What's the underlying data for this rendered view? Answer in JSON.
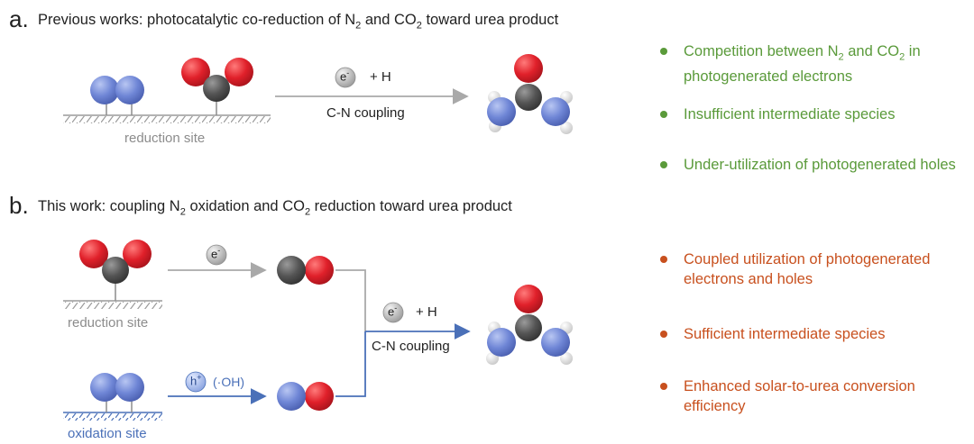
{
  "panel_a": {
    "letter": "a.",
    "title_pre": "Previous works: photocatalytic co-reduction of N",
    "sub_2a": "2",
    "title_mid": " and CO",
    "sub_2b": "2",
    "title_post": " toward urea product",
    "site_label": "reduction site",
    "electron": "e",
    "electron_sup": "-",
    "plus_h": "+   H",
    "coupling": "C-N coupling"
  },
  "panel_b": {
    "letter": "b.",
    "title_pre": "This work: coupling N",
    "sub_2a": "2",
    "title_mid": " oxidation and CO",
    "sub_2b": "2",
    "title_post": " reduction toward urea product",
    "reduction_site_label": "reduction site",
    "oxidation_site_label": "oxidation site",
    "electron": "e",
    "electron_sup": "-",
    "hole": "h",
    "hole_sup": "+",
    "oh_label": "(·OH)",
    "plus_h": "+   H",
    "coupling": "C-N coupling"
  },
  "bullets_previous": [
    {
      "pre": "Competition between N",
      "sub1": "2",
      "mid": " and CO",
      "sub2": "2",
      "post": " in photogenerated electrons"
    },
    {
      "pre": "Insufficient intermediate species",
      "sub1": "",
      "mid": "",
      "sub2": "",
      "post": ""
    },
    {
      "pre": "Under-utilization of photogenerated holes",
      "sub1": "",
      "mid": "",
      "sub2": "",
      "post": ""
    }
  ],
  "bullets_this_work": [
    "Coupled utilization of photogenerated electrons and holes",
    "Sufficient intermediate species",
    "Enhanced solar-to-urea conversion efficiency"
  ],
  "colors": {
    "nitrogen": "#6f86d6",
    "oxygen": "#e0202a",
    "carbon": "#555555",
    "hydrogen": "#e8e8e8",
    "gray_arrow": "#a9a9a9",
    "blue_arrow": "#4a70b8",
    "green_text": "#5a9a3a",
    "red_text": "#c8501e"
  }
}
